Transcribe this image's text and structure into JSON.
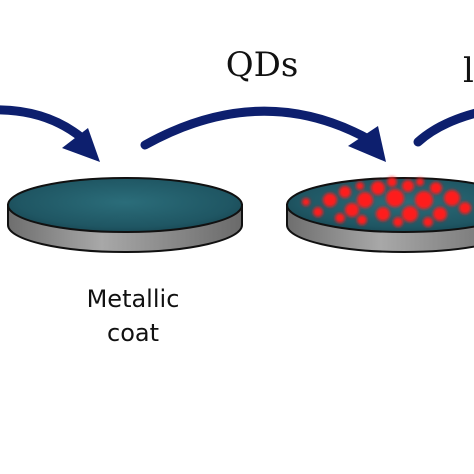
{
  "labels": {
    "arrow_top": "QDs",
    "edge_clip": "l",
    "disc_left_line1": "Metallic",
    "disc_left_line2": "coat"
  },
  "colors": {
    "arrow": "#0d1f6e",
    "disc_top": "#1f5663",
    "disc_side": "#8a8a8a",
    "disc_outline": "#111111",
    "quantum_dots": "#ff1a1a"
  }
}
